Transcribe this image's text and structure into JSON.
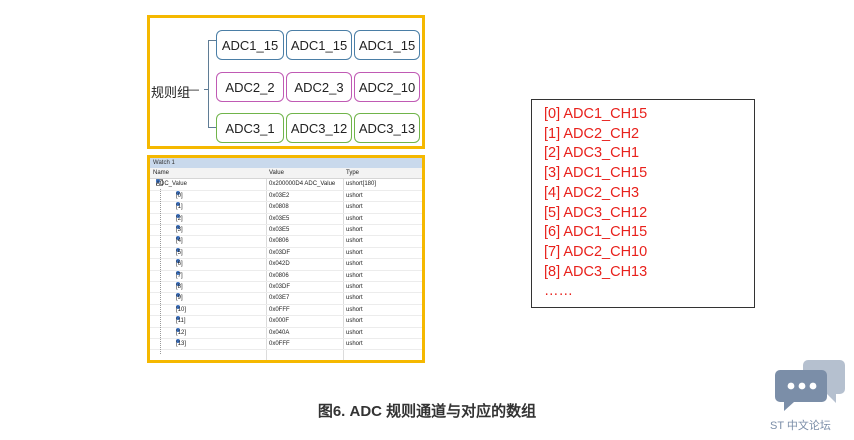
{
  "diagram": {
    "group_label": "规则组",
    "group_dash": "—",
    "rows": [
      {
        "cells": [
          "ADC1_15",
          "ADC1_15",
          "ADC1_15"
        ]
      },
      {
        "cells": [
          "ADC2_2",
          "ADC2_3",
          "ADC2_10"
        ]
      },
      {
        "cells": [
          "ADC3_1",
          "ADC3_12",
          "ADC3_13"
        ]
      }
    ],
    "colors": {
      "panel_border": "#f5b800",
      "row1": "#4a7ea6",
      "row2": "#c05ab4",
      "row3": "#70b44a",
      "bracket": "#5f7c95"
    }
  },
  "watch": {
    "title": "Watch 1",
    "columns": [
      "Name",
      "Value",
      "Type"
    ],
    "root": {
      "name": "ADC_Value",
      "value": "0x200000D4 ADC_Value",
      "type": "ushort[180]"
    },
    "items": [
      {
        "name": "[0]",
        "value": "0x03E2",
        "type": "ushort"
      },
      {
        "name": "[1]",
        "value": "0x0808",
        "type": "ushort"
      },
      {
        "name": "[2]",
        "value": "0x03E5",
        "type": "ushort"
      },
      {
        "name": "[3]",
        "value": "0x03E5",
        "type": "ushort"
      },
      {
        "name": "[4]",
        "value": "0x0806",
        "type": "ushort"
      },
      {
        "name": "[5]",
        "value": "0x03DF",
        "type": "ushort"
      },
      {
        "name": "[6]",
        "value": "0x042D",
        "type": "ushort"
      },
      {
        "name": "[7]",
        "value": "0x0806",
        "type": "ushort"
      },
      {
        "name": "[8]",
        "value": "0x03DF",
        "type": "ushort"
      },
      {
        "name": "[9]",
        "value": "0x03E7",
        "type": "ushort"
      },
      {
        "name": "[10]",
        "value": "0x0FFF",
        "type": "ushort"
      },
      {
        "name": "[11]",
        "value": "0x000F",
        "type": "ushort"
      },
      {
        "name": "[12]",
        "value": "0x040A",
        "type": "ushort"
      },
      {
        "name": "[13]",
        "value": "0x0FFF",
        "type": "ushort"
      }
    ]
  },
  "sequence": {
    "items": [
      "[0] ADC1_CH15",
      "[1] ADC2_CH2",
      "[2] ADC3_CH1",
      "[3] ADC1_CH15",
      "[4] ADC2_CH3",
      "[5] ADC3_CH12",
      "[6] ADC1_CH15",
      "[7] ADC2_CH10",
      "[8] ADC3_CH13",
      "……"
    ],
    "text_color": "#e8211c"
  },
  "caption": "图6. ADC 规则通道与对应的数组",
  "brand": {
    "text": "ST 中文论坛",
    "icon": "chat-bubbles-icon"
  }
}
